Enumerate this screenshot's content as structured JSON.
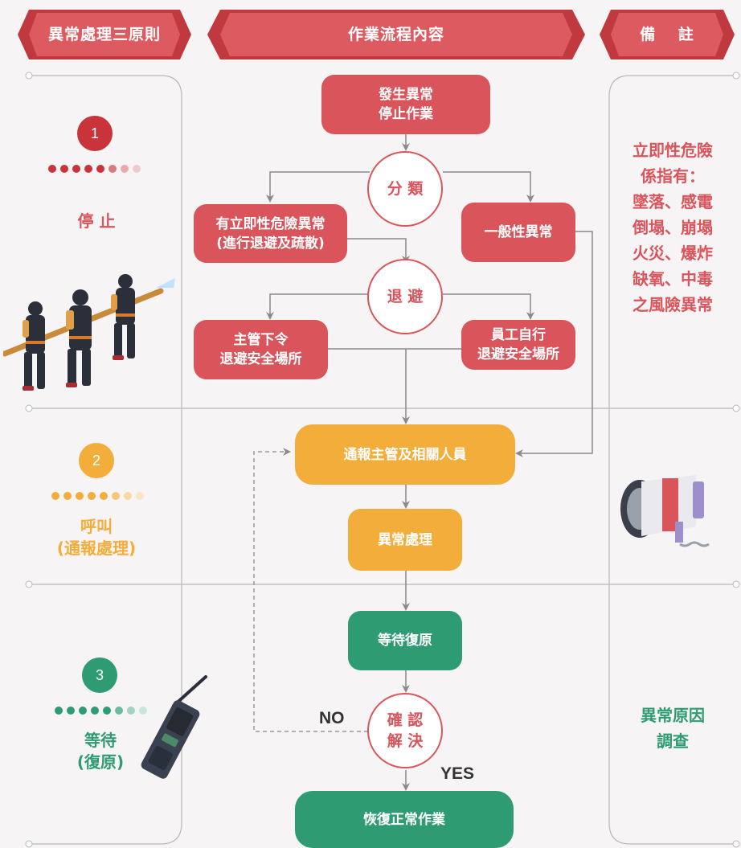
{
  "headers": {
    "principles": "異常處理三原則",
    "content": "作業流程內容",
    "remarks": "備　 註"
  },
  "flow": {
    "start": "發生異常\n停止作業",
    "classify": "分 類",
    "immediate": "有立即性危險異常\n(進行退避及疏散)",
    "general": "一般性異常",
    "evacuate": "退 避",
    "supervisor_order": "主管下令\n退避安全場所",
    "self_evacuate": "員工自行\n退避安全場所",
    "notify": "通報主管及相關人員",
    "handle": "異常處理",
    "wait": "等待復原",
    "confirm": "確 認\n解 決",
    "resume": "恢復正常作業",
    "no_label": "NO",
    "yes_label": "YES"
  },
  "principles": [
    {
      "number": "1",
      "label": "停 止"
    },
    {
      "number": "2",
      "label": "呼叫\n(通報處理)"
    },
    {
      "number": "3",
      "label": "等待\n(復原)"
    }
  ],
  "remarks": {
    "danger": "立即性危險\n係指有：\n墜落、感電\n倒塌、崩塌\n火災、爆炸\n缺氧、中毒\n之風險異常",
    "cause": "異常原因\n調查"
  },
  "colors": {
    "red": "#d9545b",
    "orange": "#f3ad3a",
    "green": "#2e9b73",
    "line": "#9a9a9a"
  },
  "icons": [
    "firefighters-icon",
    "megaphone-icon",
    "walkie-talkie-icon"
  ]
}
